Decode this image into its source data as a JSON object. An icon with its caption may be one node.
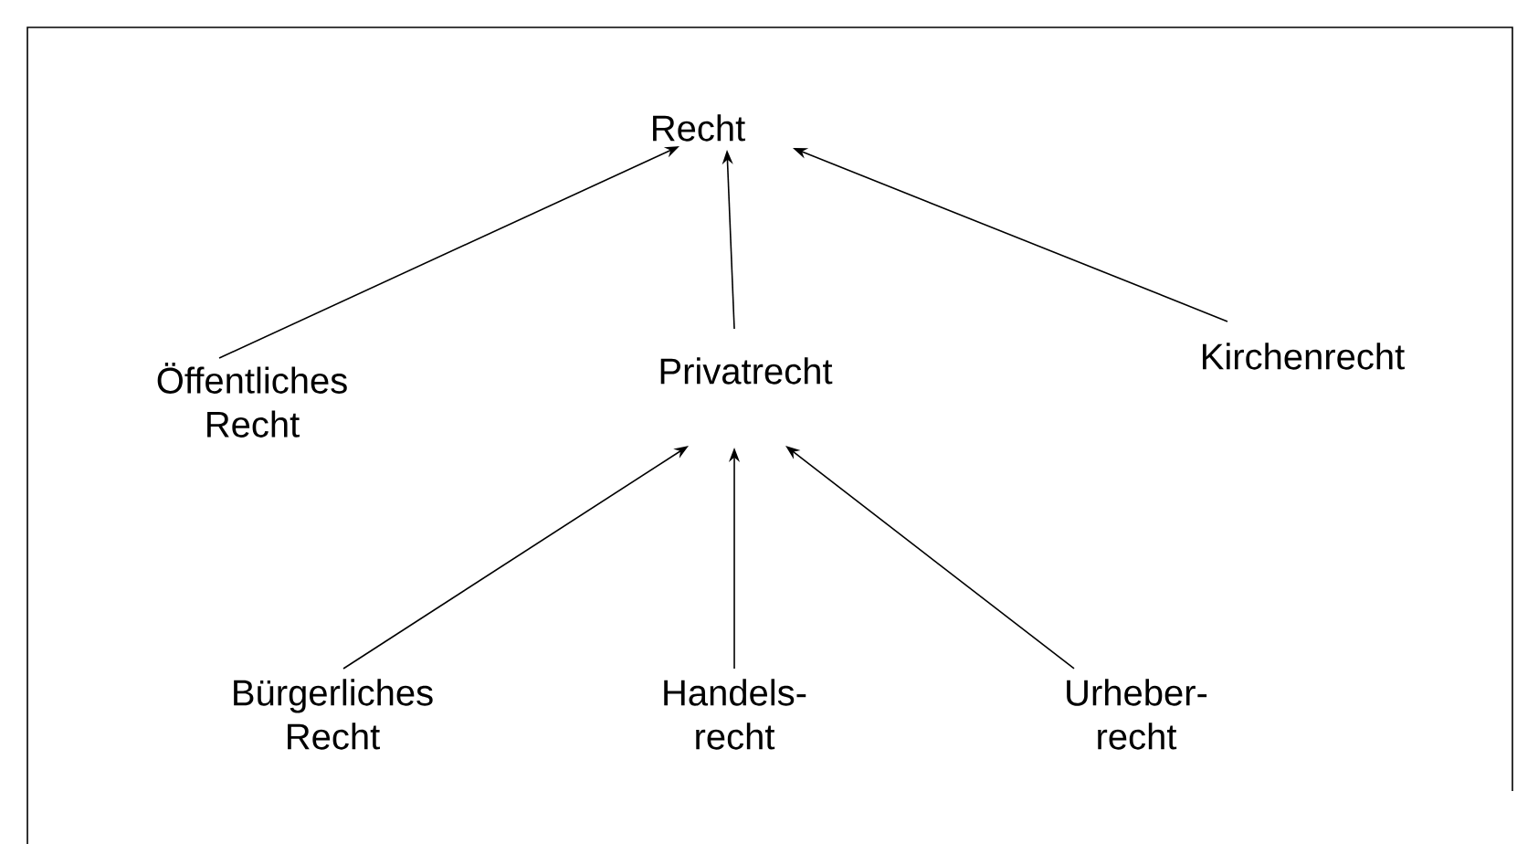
{
  "diagram": {
    "nodes": [
      {
        "text": [
          "Recht"
        ]
      },
      {
        "text": [
          "Öffentliches Recht"
        ]
      },
      {
        "text": [
          "Privatrecht"
        ]
      },
      {
        "text": [
          "Kirchenrecht"
        ]
      },
      {
        "text": [
          "Bürgerliches Recht"
        ]
      },
      {
        "text": [
          "Handels- recht"
        ]
      },
      {
        "text": [
          "Urheber- recht"
        ]
      }
    ],
    "edges": [
      {
        "from": 1,
        "to": 0,
        "arrow": "to"
      },
      {
        "from": 2,
        "to": 0,
        "arrow": "to"
      },
      {
        "from": 3,
        "to": 0,
        "arrow": "to"
      },
      {
        "from": 4,
        "to": 2,
        "arrow": "to"
      },
      {
        "from": 5,
        "to": 2,
        "arrow": "to"
      },
      {
        "from": 6,
        "to": 2,
        "arrow": "to"
      }
    ]
  }
}
